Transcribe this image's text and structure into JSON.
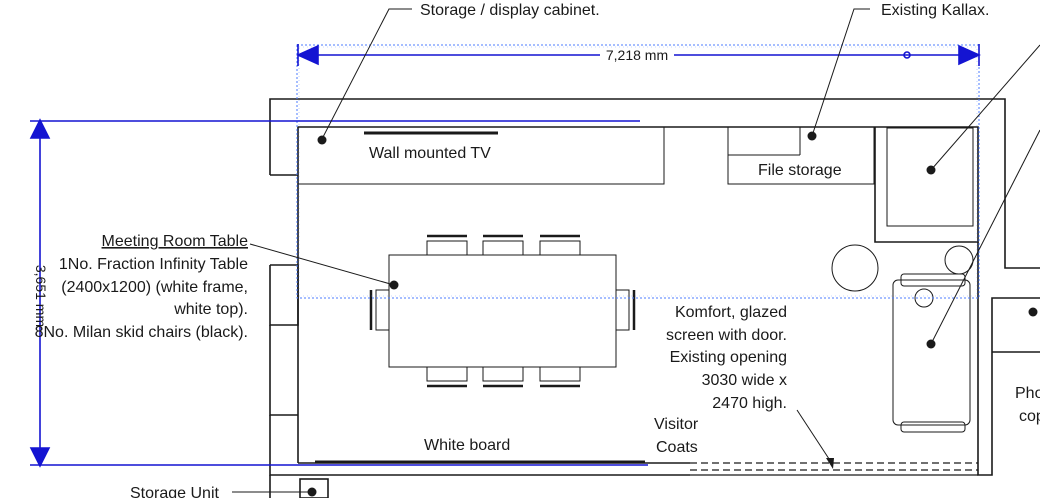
{
  "colors": {
    "wall": "#1a1a1a",
    "dimension": "#1414d2",
    "selection": "#4b7bff",
    "background": "#ffffff"
  },
  "labels": {
    "storage_cabinet": "Storage / display cabinet.",
    "existing_kallax": "Existing Kallax.",
    "wall_tv": "Wall mounted TV",
    "file_storage": "File storage",
    "meeting_title": "Meeting Room Table",
    "meeting_line1": "1No. Fraction Infinity Table",
    "meeting_line2": "(2400x1200) (white frame,",
    "meeting_line3": "white top).",
    "meeting_line4": "8No. Milan skid chairs (black).",
    "komfort_line1": "Komfort, glazed",
    "komfort_line2": "screen with door.",
    "komfort_line3": "Existing opening",
    "komfort_line4": "3030 wide x",
    "komfort_line5": "2470 high.",
    "visitor_line1": "Visitor",
    "visitor_line2": "Coats",
    "white_board": "White board",
    "storage_unit": "Storage Unit",
    "photo_line1": "Pho",
    "photo_line2": "cop"
  },
  "dimensions": {
    "width_label": "7,218 mm",
    "height_label": "3,651 mm"
  }
}
